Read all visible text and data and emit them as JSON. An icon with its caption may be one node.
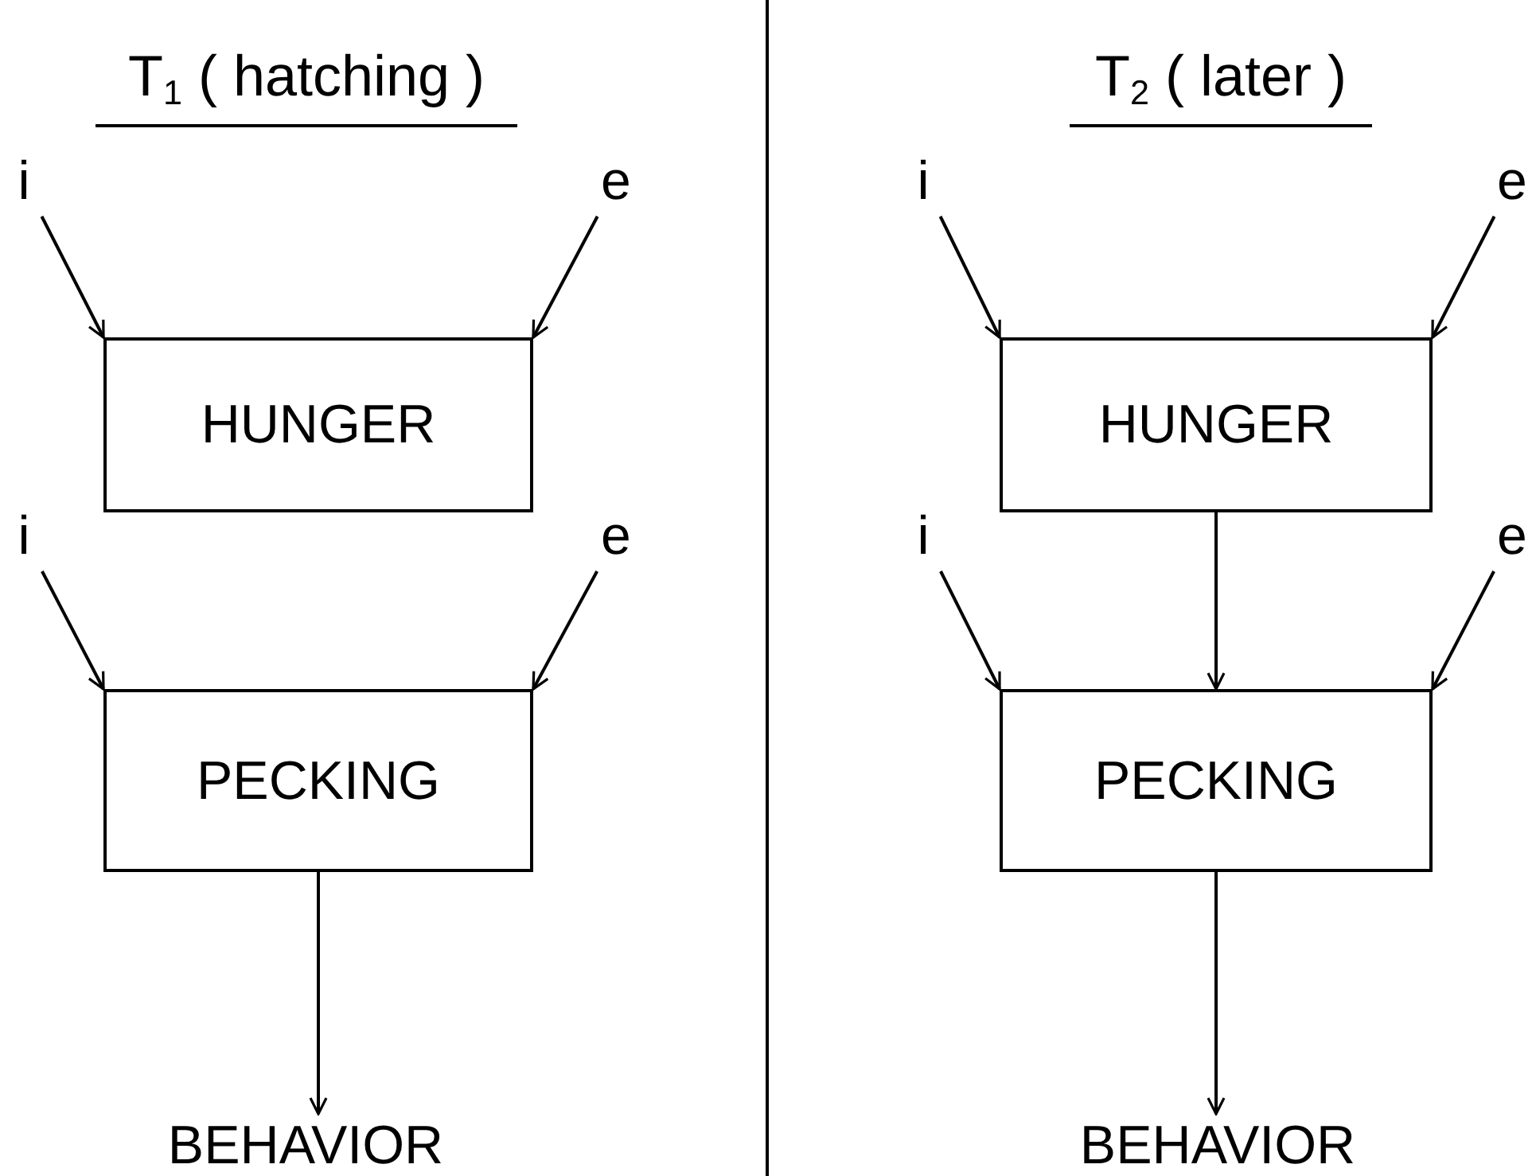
{
  "diagram": {
    "nodes": [
      {
        "text": [
          "i"
        ]
      },
      {
        "text": [
          "e"
        ]
      },
      {
        "text": [
          "HUNGER"
        ]
      },
      {
        "text": [
          "i"
        ]
      },
      {
        "text": [
          "e"
        ]
      },
      {
        "text": [
          "PECKING"
        ]
      },
      {
        "text": [
          "BEHAVIOR"
        ]
      },
      {
        "text": [
          "i"
        ]
      },
      {
        "text": [
          "e"
        ]
      },
      {
        "text": [
          "HUNGER"
        ]
      },
      {
        "text": [
          "i"
        ]
      },
      {
        "text": [
          "e"
        ]
      },
      {
        "text": [
          "PECKING"
        ]
      },
      {
        "text": [
          "BEHAVIOR"
        ]
      }
    ],
    "edges": [
      {
        "from": 0,
        "to": 2,
        "arrow": "to"
      },
      {
        "from": 1,
        "to": 2,
        "arrow": "to"
      },
      {
        "from": 3,
        "to": 5,
        "arrow": "to"
      },
      {
        "from": 4,
        "to": 5,
        "arrow": "to"
      },
      {
        "from": 5,
        "to": 6,
        "arrow": "to"
      },
      {
        "from": 7,
        "to": 9,
        "arrow": "to"
      },
      {
        "from": 8,
        "to": 9,
        "arrow": "to"
      },
      {
        "from": 9,
        "to": 12,
        "arrow": "to"
      },
      {
        "from": 10,
        "to": 12,
        "arrow": "to"
      },
      {
        "from": 11,
        "to": 12,
        "arrow": "to"
      },
      {
        "from": 12,
        "to": 13,
        "arrow": "to"
      }
    ],
    "labels": [
      "T$_{1}$ ( hatching )",
      "T$_{2}$ ( later )"
    ]
  }
}
